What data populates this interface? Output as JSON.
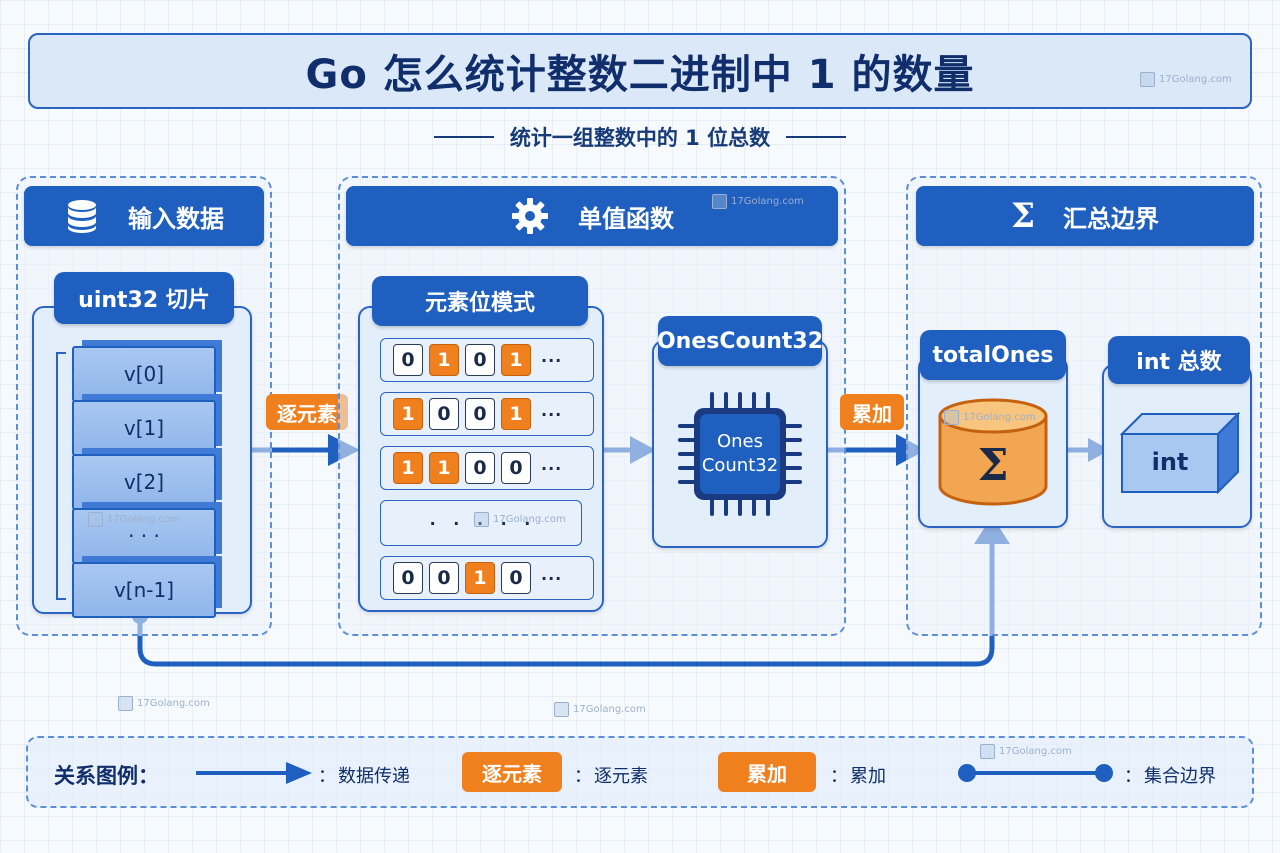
{
  "title": "Go 怎么统计整数二进制中 1 的数量",
  "subtitle": "统计一组整数中的 1 位总数",
  "watermark": "17Golang.com",
  "sections": {
    "input": {
      "header": "输入数据",
      "icon": "database-icon",
      "tab": "uint32 切片",
      "items": [
        "v[0]",
        "v[1]",
        "v[2]",
        "· · ·",
        "v[n-1]"
      ]
    },
    "func": {
      "header": "单值函数",
      "icon": "gear-icon",
      "bit_tab": "元素位模式",
      "rows": [
        {
          "bits": [
            "0",
            "1",
            "0",
            "1"
          ],
          "on": [
            false,
            true,
            false,
            true
          ],
          "ellipsis": "···"
        },
        {
          "bits": [
            "1",
            "0",
            "0",
            "1"
          ],
          "on": [
            true,
            false,
            false,
            true
          ],
          "ellipsis": "···"
        },
        {
          "bits": [
            "1",
            "1",
            "0",
            "0"
          ],
          "on": [
            true,
            true,
            false,
            false
          ],
          "ellipsis": "···"
        },
        {
          "dots": "·  ·  ·  ·  ·"
        },
        {
          "bits": [
            "0",
            "0",
            "1",
            "0"
          ],
          "on": [
            false,
            false,
            true,
            false
          ],
          "ellipsis": "···"
        }
      ],
      "ones_tab": "OnesCount32",
      "chip_line1": "Ones",
      "chip_line2": "Count32"
    },
    "agg": {
      "header": "汇总边界",
      "icon": "sigma-icon",
      "total_tab": "totalOnes",
      "sigma": "Σ",
      "int_tab": "int 总数",
      "int_label": "int"
    }
  },
  "tags": {
    "elementwise": "逐元素",
    "accumulate": "累加"
  },
  "legend": {
    "title": "关系图例：",
    "items": [
      {
        "label": "数据传递",
        "colon": "："
      },
      {
        "tag": "逐元素",
        "label": "逐元素",
        "colon": "："
      },
      {
        "tag": "累加",
        "label": "累加",
        "colon": "："
      },
      {
        "label": "集合边界",
        "colon": "："
      }
    ]
  },
  "colors": {
    "primary": "#1f5fc0",
    "accent": "#f07f1e",
    "panel_border": "#5d8fd6"
  }
}
